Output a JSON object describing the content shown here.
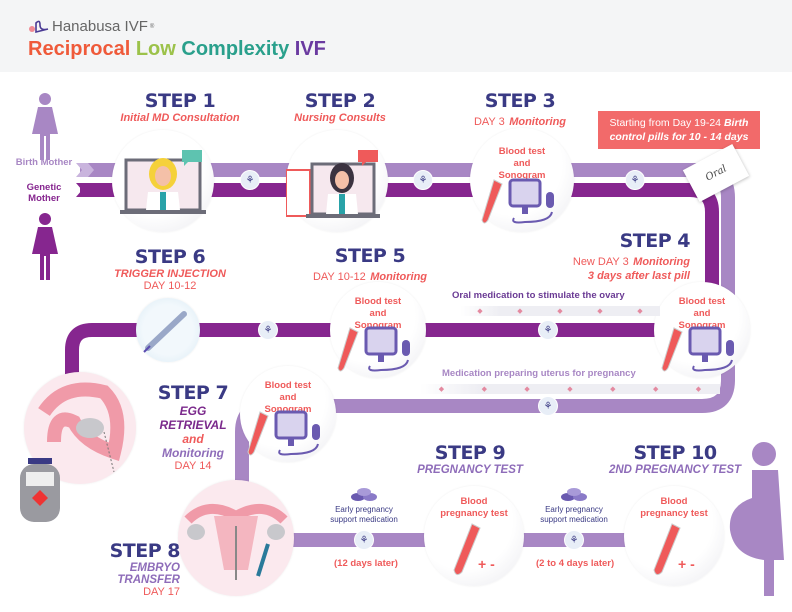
{
  "header": {
    "brand": "Hanabusa IVF",
    "brand_mark": "®",
    "title_words": [
      {
        "text": "Reciprocal",
        "color": "#ef5a3a"
      },
      {
        "text": "Low",
        "color": "#9cc24a"
      },
      {
        "text": "Complexity",
        "color": "#2aa08c"
      },
      {
        "text": "IVF",
        "color": "#6a3aa0"
      }
    ]
  },
  "legend": {
    "birth_mother": "Birth Mother",
    "genetic_mother": "Genetic Mother",
    "birth_color": "#a887c4",
    "genetic_color": "#86268f"
  },
  "steps": {
    "s1": {
      "title": "STEP 1",
      "sub": "Initial MD Consultation"
    },
    "s2": {
      "title": "STEP 2",
      "sub": "Nursing Consults"
    },
    "s3": {
      "title": "STEP 3",
      "day": "DAY 3",
      "sub": "Monitoring",
      "circle": "Blood test and Sonogram"
    },
    "s4": {
      "title": "STEP 4",
      "day": "New DAY 3",
      "sub": "Monitoring",
      "sub2": "3 days after last pill",
      "circle": "Blood test and Sonogram"
    },
    "s5": {
      "title": "STEP 5",
      "day": "DAY 10-12",
      "sub": "Monitoring",
      "circle": "Blood test and Sonogram"
    },
    "s6": {
      "title": "STEP 6",
      "sub": "TRIGGER INJECTION",
      "day": "DAY 10-12"
    },
    "s7": {
      "title": "STEP 7",
      "sub": "EGG RETRIEVAL",
      "and": "and",
      "sub2": "Monitoring",
      "day": "DAY 14",
      "circle": "Blood test and Sonogram"
    },
    "s8": {
      "title": "STEP 8",
      "sub": "EMBRYO TRANSFER",
      "day": "DAY 17"
    },
    "s9": {
      "title": "STEP 9",
      "sub": "PREGNANCY TEST",
      "circle": "Blood pregnancy test"
    },
    "s10": {
      "title": "STEP 10",
      "sub": "2ND PREGNANCY TEST",
      "circle": "Blood pregnancy test"
    }
  },
  "notes": {
    "birth_control": "Starting from Day 19-24",
    "birth_control_em": "Birth control pills for 10 - 14 days",
    "oral_med": "Oral medication to stimulate the ovary",
    "uterus_med": "Medication preparing uterus for pregnancy",
    "early_support_1": "Early pregnancy support medication",
    "later_1": "(12 days later)",
    "early_support_2": "Early pregnancy support medication",
    "later_2": "(2 to 4 days later)",
    "pill_box_label": "Oral",
    "test_result": "+ -"
  },
  "colors": {
    "accent_red": "#ef5a5a",
    "step_navy": "#3a3a84",
    "light_purple": "#a887c4",
    "dark_purple": "#86268f"
  }
}
